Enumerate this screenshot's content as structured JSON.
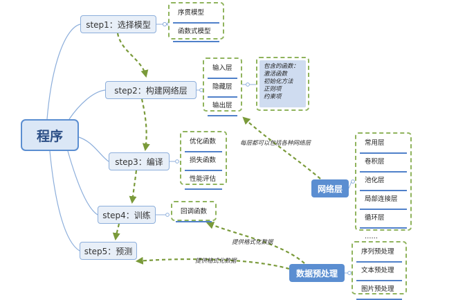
{
  "root": {
    "label": "程序"
  },
  "steps": [
    {
      "label": "step1：选择模型"
    },
    {
      "label": "step2：构建网络层"
    },
    {
      "label": "step3：编译"
    },
    {
      "label": "step4：训练"
    },
    {
      "label": "step5：预测"
    }
  ],
  "step1_items": [
    "序贯模型",
    "函数式模型"
  ],
  "layer_items": [
    "输入层",
    "隐藏层",
    "输出层"
  ],
  "layer_note": [
    "包含的函数：",
    "激活函数",
    "初始化方法",
    "正则项",
    "约束项"
  ],
  "step3_items": [
    "优化函数",
    "损失函数",
    "性能评估"
  ],
  "step4_items": [
    "回调函数"
  ],
  "network": {
    "hub": "网络层",
    "items": [
      "常用层",
      "卷积层",
      "池化层",
      "局部连接层",
      "循环层",
      "……"
    ]
  },
  "preprocess": {
    "hub": "数据预处理",
    "items": [
      "序列预处理",
      "文本预处理",
      "图片预处理"
    ]
  },
  "edge_labels": {
    "layers_link": "每层都可以包括各种网络层",
    "format_to_train": "提供格式化数据",
    "format_to_predict": "提供格式化数据"
  },
  "colors": {
    "root_border": "#5b8ed1",
    "hub_fill": "#5b8ed1",
    "dashed_arrow": "#7a9a3a",
    "connector": "#8caedb"
  }
}
